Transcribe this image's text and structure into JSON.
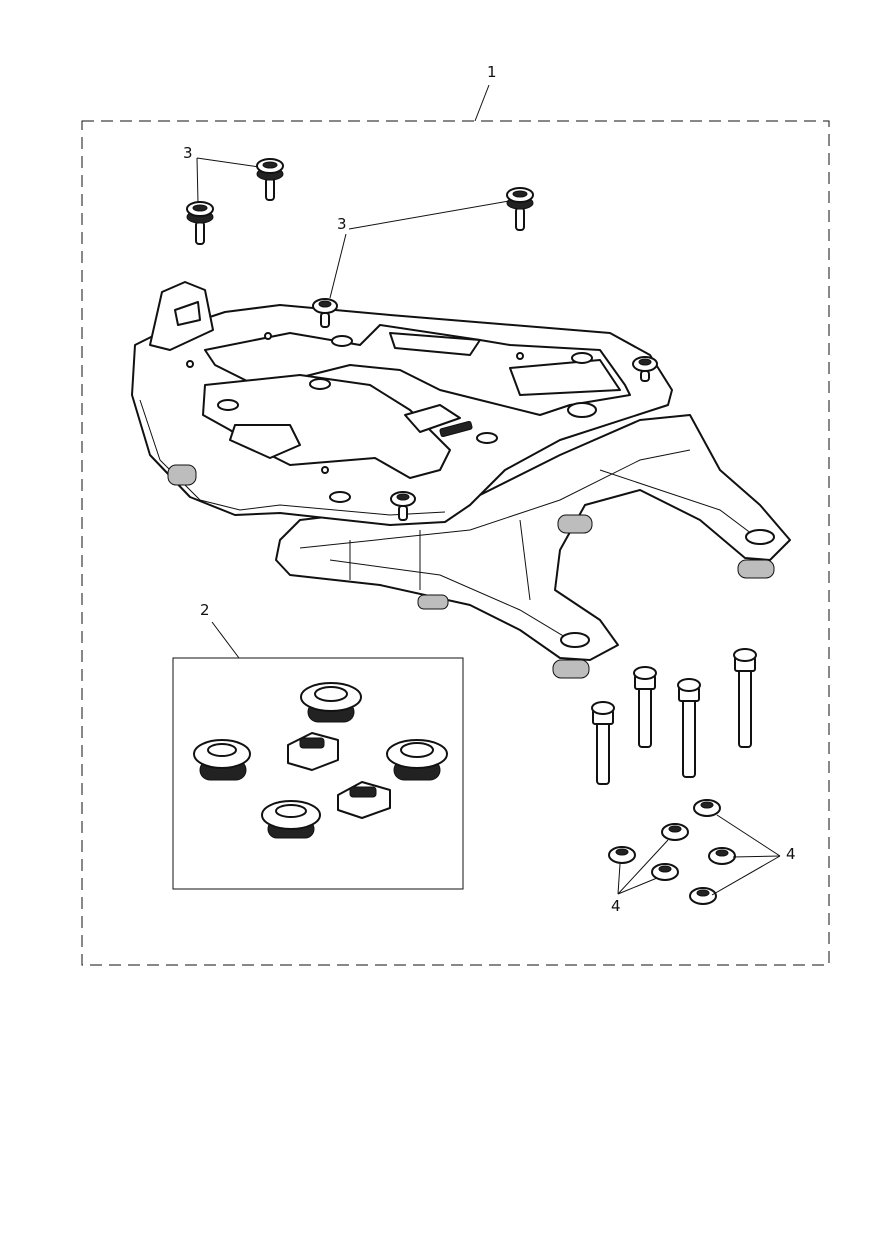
{
  "callouts": {
    "kit": "1",
    "fitting_kit": "2",
    "bump_stop_a": "3",
    "bump_stop_b": "3",
    "nut_left": "4",
    "nut_right": "4"
  },
  "colors": {
    "line": "#111111",
    "background": "#ffffff",
    "shade": "#bdbdbd"
  }
}
